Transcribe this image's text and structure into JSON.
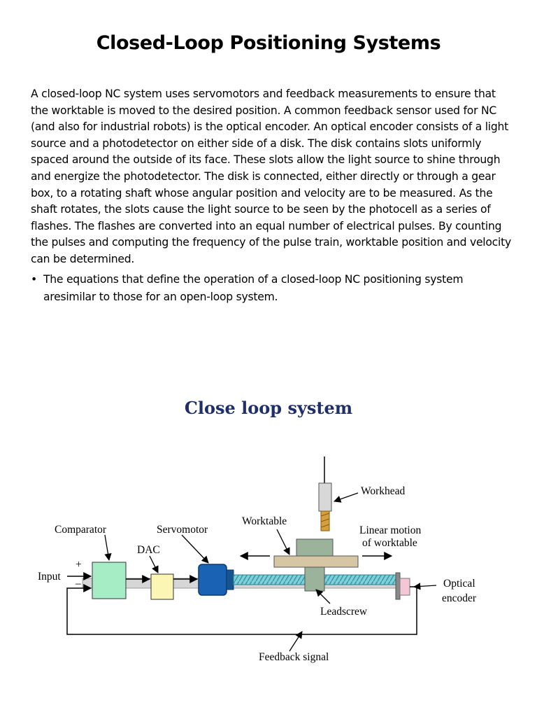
{
  "page": {
    "title": "Closed-Loop Positioning Systems",
    "paragraph": "A closed-loop NC system uses servomotors and feedback measurements to ensure that the worktable is moved to the desired position. A common feedback sensor used for NC (and also for industrial robots) is the optical encoder. An optical encoder consists of a light source and a photodetector on either side of a disk. The disk contains slots uniformly spaced around the outside of its face. These slots allow the light source to shine through and energize the photodetector. The disk is connected, either directly or through a gear box, to a rotating shaft whose angular position and velocity are to be measured. As the shaft rotates, the slots cause the light source to be seen by the photocell as a series of flashes. The flashes are converted into an equal number of electrical pulses. By counting the pulses and computing the frequency of the pulse train, worktable position and velocity can be determined.",
    "bullet_symbol": "•",
    "bullet": "The equations that define the operation of a closed-loop NC positioning system aresimilar to those for an open-loop system."
  },
  "diagram": {
    "title": "Close loop system",
    "labels": {
      "workhead": "Workhead",
      "worktable": "Worktable",
      "linear_motion_1": "Linear motion",
      "linear_motion_2": "of worktable",
      "comparator": "Comparator",
      "servomotor": "Servomotor",
      "dac": "DAC",
      "input": "Input",
      "plus": "+",
      "minus": "–",
      "optical_1": "Optical",
      "optical_2": "encoder",
      "leadscrew": "Leadscrew",
      "feedback": "Feedback signal"
    },
    "colors": {
      "comparator": "#a6ecc4",
      "dac": "#fbf6b4",
      "servomotor": "#1a63b4",
      "leadscrew": "#7fd0d8",
      "worktable": "#d7c6a4",
      "table_block": "#9bb39b",
      "base": "#d6d6d6",
      "workhead_holder": "#d8d8d8",
      "tool": "#d4a03e",
      "encoder": "#f4c6d6",
      "title_color": "#1f2f6a"
    }
  }
}
